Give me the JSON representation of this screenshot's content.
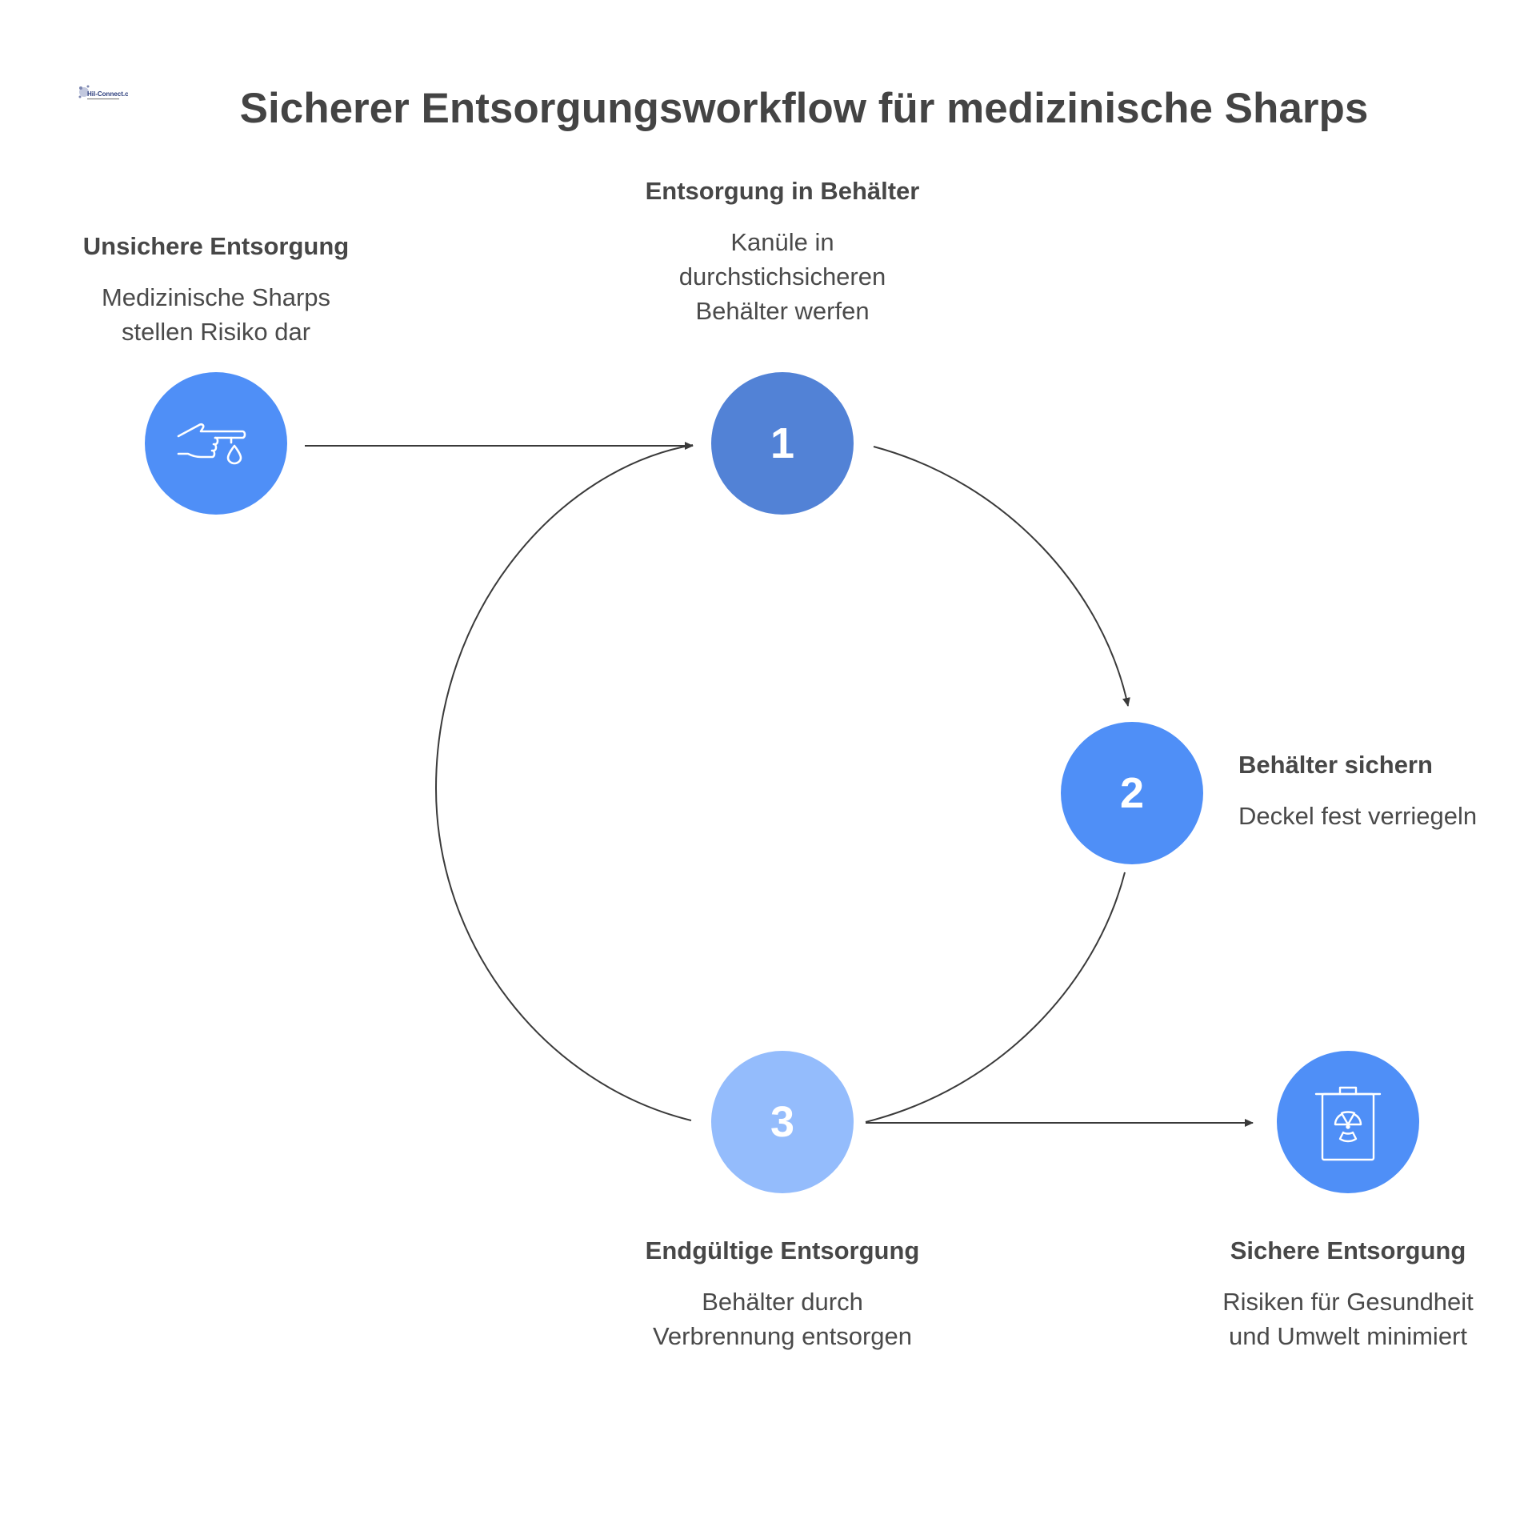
{
  "title": "Sicherer Entsorgungsworkflow für medizinische Sharps",
  "logo": {
    "text": "Hil-Connect.com"
  },
  "nodes": {
    "start": {
      "icon": "finger-prick-blood-drop-icon",
      "heading": "Unsichere Entsorgung",
      "desc_line1": "Medizinische Sharps",
      "desc_line2": "stellen Risiko dar",
      "color": "#4f8ff7"
    },
    "step1": {
      "number": "1",
      "heading": "Entsorgung in Behälter",
      "desc_line1": "Kanüle in",
      "desc_line2": "durchstichsicheren",
      "desc_line3": "Behälter werfen",
      "color": "#5282d6"
    },
    "step2": {
      "number": "2",
      "heading": "Behälter sichern",
      "desc_line1": "Deckel fest verriegeln",
      "color": "#4f8ff7"
    },
    "step3": {
      "number": "3",
      "heading": "Endgültige Entsorgung",
      "desc_line1": "Behälter durch",
      "desc_line2": "Verbrennung entsorgen",
      "color": "#94bcfc"
    },
    "end": {
      "icon": "biohazard-bin-icon",
      "heading": "Sichere Entsorgung",
      "desc_line1": "Risiken für Gesundheit",
      "desc_line2": "und Umwelt minimiert",
      "color": "#4f8ff7"
    }
  },
  "colors": {
    "arrow": "#3a3a3a",
    "text": "#444444"
  }
}
